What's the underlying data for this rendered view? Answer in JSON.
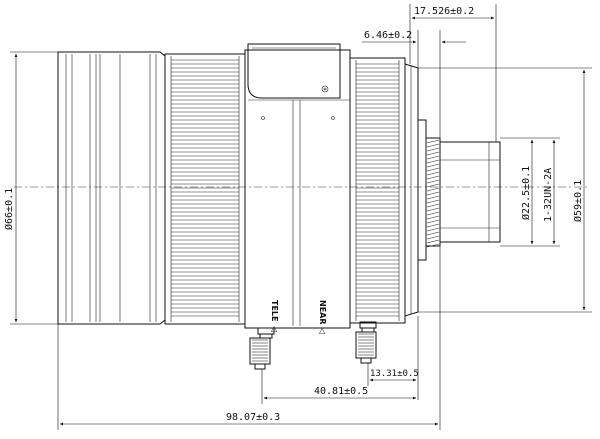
{
  "dimensions": {
    "top_flange": "17.526±0.2",
    "mount_step": "6.46±0.2",
    "front_diameter": "Ø66±0.1",
    "thread_diameter": "Ø22.5±0.1",
    "thread_spec": "1-32UN-2A",
    "rear_diameter": "Ø59±0.1",
    "screw_offset": "13.31±0.5",
    "screw_spacing": "40.81±0.5",
    "total_length": "98.07±0.3"
  },
  "engravings": {
    "tele": "TELE",
    "near": "NEAR"
  }
}
